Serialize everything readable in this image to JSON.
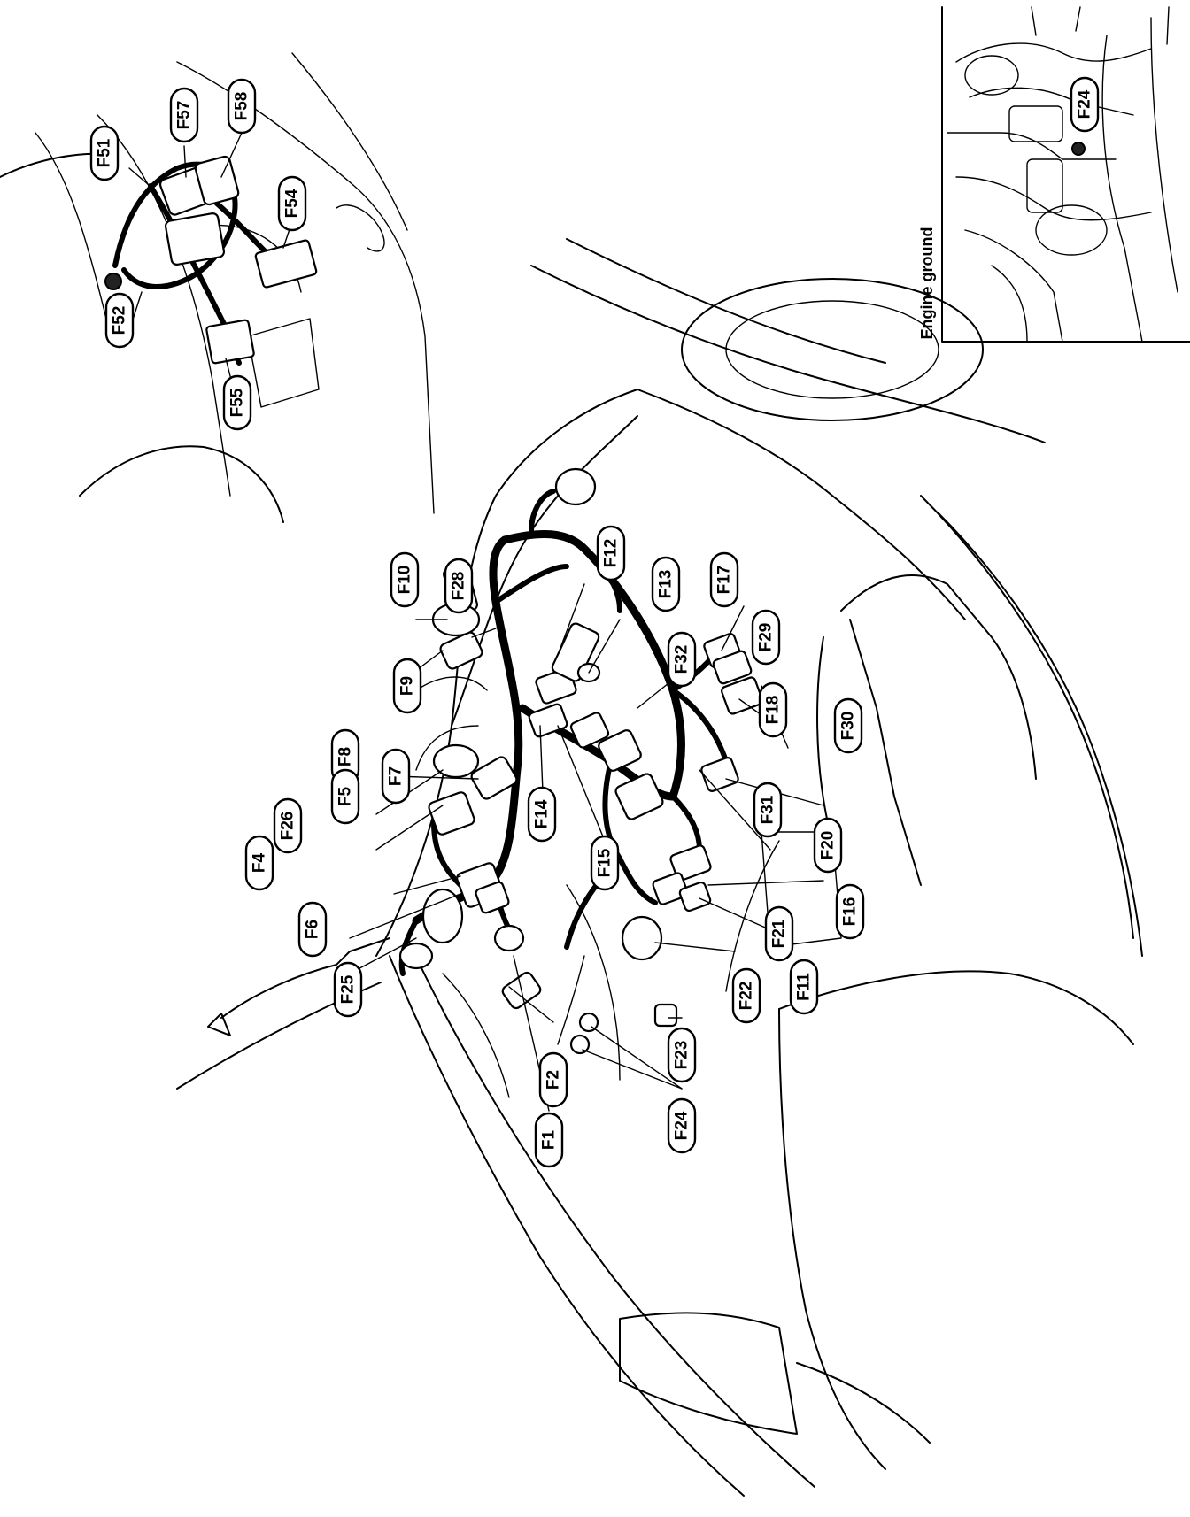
{
  "inset_caption": "Engine ground",
  "callouts": [
    {
      "id": "f51",
      "label": "F51"
    },
    {
      "id": "f57",
      "label": "F57"
    },
    {
      "id": "f58",
      "label": "F58"
    },
    {
      "id": "f54",
      "label": "F54"
    },
    {
      "id": "f52",
      "label": "F52"
    },
    {
      "id": "f55",
      "label": "F55"
    },
    {
      "id": "f24-inset",
      "label": "F24"
    },
    {
      "id": "f10",
      "label": "F10"
    },
    {
      "id": "f28",
      "label": "F28"
    },
    {
      "id": "f12",
      "label": "F12"
    },
    {
      "id": "f13",
      "label": "F13"
    },
    {
      "id": "f17",
      "label": "F17"
    },
    {
      "id": "f9",
      "label": "F9"
    },
    {
      "id": "f32",
      "label": "F32"
    },
    {
      "id": "f29",
      "label": "F29"
    },
    {
      "id": "f8",
      "label": "F8"
    },
    {
      "id": "f18",
      "label": "F18"
    },
    {
      "id": "f30",
      "label": "F30"
    },
    {
      "id": "f7",
      "label": "F7"
    },
    {
      "id": "f5",
      "label": "F5"
    },
    {
      "id": "f14",
      "label": "F14"
    },
    {
      "id": "f31",
      "label": "F31"
    },
    {
      "id": "f26",
      "label": "F26"
    },
    {
      "id": "f15",
      "label": "F15"
    },
    {
      "id": "f20",
      "label": "F20"
    },
    {
      "id": "f4",
      "label": "F4"
    },
    {
      "id": "f16",
      "label": "F16"
    },
    {
      "id": "f6",
      "label": "F6"
    },
    {
      "id": "f21",
      "label": "F21"
    },
    {
      "id": "f25",
      "label": "F25"
    },
    {
      "id": "f11",
      "label": "F11"
    },
    {
      "id": "f22",
      "label": "F22"
    },
    {
      "id": "f23",
      "label": "F23"
    },
    {
      "id": "f2",
      "label": "F2"
    },
    {
      "id": "f24",
      "label": "F24"
    },
    {
      "id": "f1",
      "label": "F1"
    }
  ]
}
